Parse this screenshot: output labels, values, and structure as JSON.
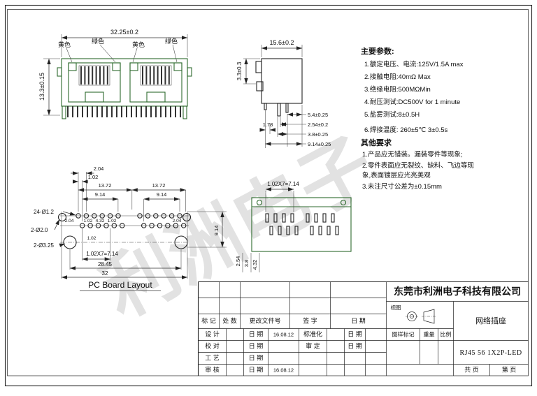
{
  "watermark": "利洲电子",
  "front_view": {
    "dim_width": "32.25±0.2",
    "dim_height": "13.3±0.15",
    "led_y1": "黄色",
    "led_g1": "绿色",
    "led_y2": "黄色",
    "led_g2": "绿色"
  },
  "side_view": {
    "dim_width": "15.6±0.2",
    "dim_tab": "3.3±0.3",
    "d178": "1.78",
    "d54": "5.4±0.25",
    "d254": "2.54±0.2",
    "d38": "3.8±0.25",
    "d914": "9.14±0.25"
  },
  "notes": {
    "title": "主要参数:",
    "items": [
      "1.额定电压、电流:125V/1.5A max",
      "2.接触电阻:40mΩ Max",
      "3.绝缘电阻:500MΩMin",
      "4.耐压测试:DC500V for 1 minute",
      "5.盐雾测试:8±0.5H",
      "6.焊接温度: 260±5℃ 3±0.5s"
    ],
    "other_title": "其他要求",
    "other": [
      "1.产品应无错装。漏装零件等现象;",
      "2.零件表面应无裂纹、缺料、飞边等现",
      "象,表面镀层应光亮美观",
      "3.未注尺寸公差为±0.15mm"
    ]
  },
  "pcb": {
    "title": "PC Board Layout",
    "d204": "2.04",
    "d102": "1.02",
    "d1372_l": "13.72",
    "d1372_r": "13.72",
    "d914_l": "9.14",
    "d914_r": "9.14",
    "c_small": "24-Ø1.2",
    "c_mid": "2-Ø2.0",
    "c_big": "2-Ø3.25",
    "pitch": "1.02X7=7.14",
    "d2845": "28.45",
    "d32": "32",
    "v914": "9.14",
    "v254": "2.54",
    "v38": "3.8",
    "v432": "4.32",
    "s204a": "2.04",
    "s102a": "1.02",
    "s432": "4.32",
    "s102b": "1.02",
    "s204b": "2.04",
    "s102c": "1.02"
  },
  "bottom_view": {
    "pitch": "1.02X7=7.14"
  },
  "title_block": {
    "company": "东莞市利洲电子科技有限公司",
    "product": "网络插座",
    "part_no": "RJ45 56 1X2P-LED",
    "view_label": "视图",
    "rev": {
      "mark": "标 记",
      "qty": "处 数",
      "doc": "更改文件号",
      "sign": "签  字",
      "date": "日  期"
    },
    "lab": {
      "design": "设 计",
      "check": "校 对",
      "craft": "工 艺",
      "audit": "审 核",
      "standard": "标准化",
      "approve": "审 定",
      "date": "日 期",
      "stamp": "图样标记",
      "weight": "重量",
      "scale": "比例",
      "total": "共  页",
      "page": "第  页"
    },
    "val": {
      "design_date": "16.08.12",
      "audit_date": "16.08.12"
    }
  }
}
